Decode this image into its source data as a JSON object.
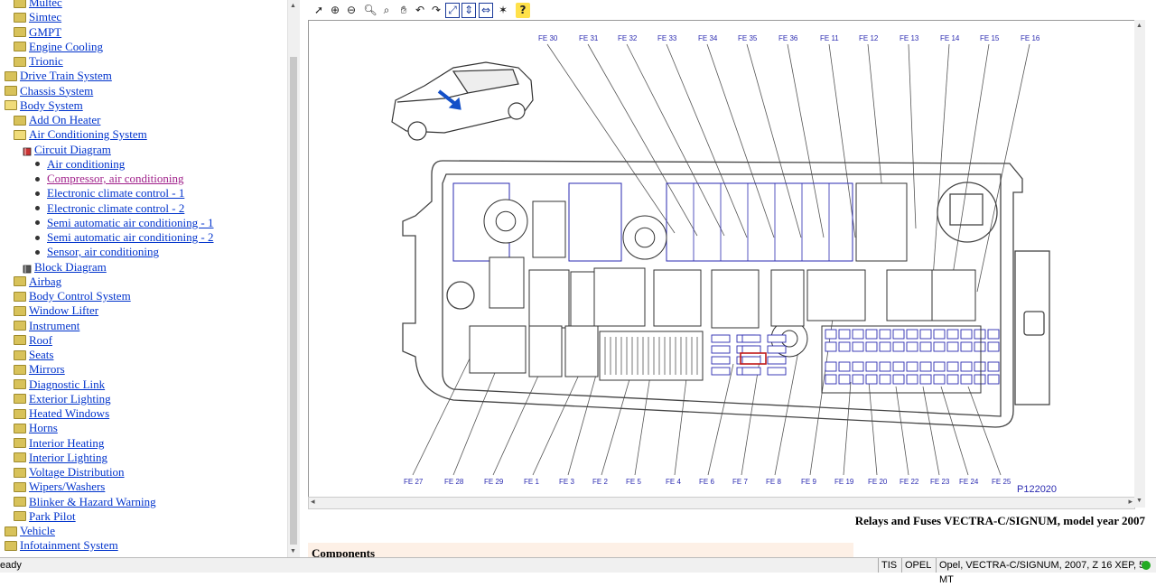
{
  "tree": [
    {
      "label": "Multec",
      "indent": 2,
      "kind": "folder"
    },
    {
      "label": "Simtec",
      "indent": 2,
      "kind": "folder"
    },
    {
      "label": "GMPT",
      "indent": 2,
      "kind": "folder"
    },
    {
      "label": "Engine Cooling",
      "indent": 2,
      "kind": "folder"
    },
    {
      "label": "Trionic",
      "indent": 2,
      "kind": "folder"
    },
    {
      "label": "Drive Train System",
      "indent": 1,
      "kind": "folder"
    },
    {
      "label": "Chassis System",
      "indent": 1,
      "kind": "folder"
    },
    {
      "label": "Body System",
      "indent": 1,
      "kind": "folder-open"
    },
    {
      "label": "Add On Heater",
      "indent": 2,
      "kind": "folder"
    },
    {
      "label": "Air Conditioning System",
      "indent": 2,
      "kind": "folder-open"
    },
    {
      "label": "Circuit Diagram",
      "indent": 3,
      "kind": "book-open"
    },
    {
      "label": "Air conditioning",
      "indent": 4,
      "kind": "bullet"
    },
    {
      "label": "Compressor, air conditioning",
      "indent": 4,
      "kind": "bullet",
      "visited": true
    },
    {
      "label": "Electronic climate control - 1",
      "indent": 4,
      "kind": "bullet"
    },
    {
      "label": "Electronic climate control - 2",
      "indent": 4,
      "kind": "bullet"
    },
    {
      "label": "Semi automatic air conditioning - 1",
      "indent": 4,
      "kind": "bullet"
    },
    {
      "label": "Semi automatic air conditioning - 2",
      "indent": 4,
      "kind": "bullet"
    },
    {
      "label": "Sensor, air conditioning",
      "indent": 4,
      "kind": "bullet"
    },
    {
      "label": "Block Diagram",
      "indent": 3,
      "kind": "book"
    },
    {
      "label": "Airbag",
      "indent": 2,
      "kind": "folder"
    },
    {
      "label": "Body Control System",
      "indent": 2,
      "kind": "folder"
    },
    {
      "label": "Window Lifter",
      "indent": 2,
      "kind": "folder"
    },
    {
      "label": "Instrument",
      "indent": 2,
      "kind": "folder"
    },
    {
      "label": "Roof",
      "indent": 2,
      "kind": "folder"
    },
    {
      "label": "Seats",
      "indent": 2,
      "kind": "folder"
    },
    {
      "label": "Mirrors",
      "indent": 2,
      "kind": "folder"
    },
    {
      "label": "Diagnostic Link",
      "indent": 2,
      "kind": "folder"
    },
    {
      "label": "Exterior Lighting",
      "indent": 2,
      "kind": "folder"
    },
    {
      "label": "Heated Windows",
      "indent": 2,
      "kind": "folder"
    },
    {
      "label": "Horns",
      "indent": 2,
      "kind": "folder"
    },
    {
      "label": "Interior Heating",
      "indent": 2,
      "kind": "folder"
    },
    {
      "label": "Interior Lighting",
      "indent": 2,
      "kind": "folder"
    },
    {
      "label": "Voltage Distribution",
      "indent": 2,
      "kind": "folder"
    },
    {
      "label": "Wipers/Washers",
      "indent": 2,
      "kind": "folder"
    },
    {
      "label": "Blinker & Hazard Warning",
      "indent": 2,
      "kind": "folder"
    },
    {
      "label": "Park Pilot",
      "indent": 2,
      "kind": "folder"
    },
    {
      "label": "Vehicle",
      "indent": 1,
      "kind": "folder"
    },
    {
      "label": "Infotainment System",
      "indent": 1,
      "kind": "folder"
    }
  ],
  "toolbar": [
    "select-arrow-icon",
    "zoom-in-icon",
    "zoom-out-icon",
    "zoom-icon",
    "zoom-region-icon",
    "pan-hand-icon",
    "rotate-left-icon",
    "rotate-right-icon",
    "fit-page-icon",
    "fit-height-icon",
    "fit-width-icon",
    "highlight-icon",
    "help-icon"
  ],
  "diagram": {
    "top_labels": [
      "FE30",
      "FE31",
      "FE32",
      "FE33",
      "FE34",
      "FE35",
      "FE36",
      "FE11",
      "FE12",
      "FE13",
      "FE14",
      "FE15",
      "FE16"
    ],
    "bottom_labels": [
      "FE27",
      "FE28",
      "FE29",
      "FE1",
      "FE3",
      "FE2",
      "FE5",
      "FE4",
      "FE6",
      "FE7",
      "FE8",
      "FE9",
      "FE19",
      "FE20",
      "FE22",
      "FE23",
      "FE24",
      "FE25"
    ],
    "drawing_id": "P122020"
  },
  "caption": "Relays and Fuses VECTRA-C/SIGNUM, model year 2007",
  "components_title": "Components",
  "status": {
    "ready": "eady",
    "app": "TIS",
    "make": "OPEL",
    "vehicle": "Opel, VECTRA-C/SIGNUM, 2007, Z 16 XEP, 5-MT"
  },
  "colors": {
    "link": "#0033cc",
    "visited": "#a0208a",
    "diagram_blue": "#2a2ab0",
    "status_ok": "#22aa22"
  }
}
